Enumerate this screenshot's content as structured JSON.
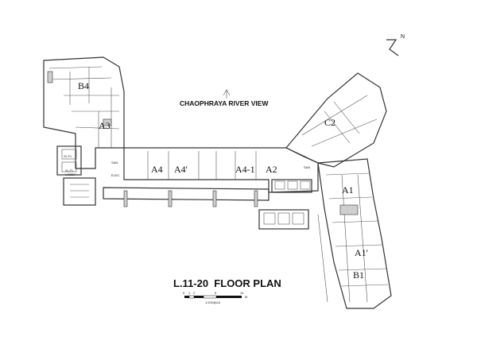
{
  "compass": {
    "label": "N"
  },
  "view_label": "CHAOPHRAYA RIVER VIEW",
  "title": "L.11-20  FLOOR PLAN",
  "scale": {
    "ticks": [
      "0",
      "1",
      "2",
      "",
      "5",
      "",
      "10"
    ],
    "unit": "M",
    "ratio": "1:200@A3"
  },
  "units": {
    "b4": "B4",
    "a3": "A3",
    "a4": "A4",
    "a4p": "A4'",
    "a4_1": "A4-1",
    "a2": "A2",
    "c2": "C2",
    "a1": "A1",
    "a1p": "A1'",
    "b1": "B1"
  },
  "rooms": {
    "san1": "SAN",
    "elec": "ELEC",
    "san2": "SAN",
    "sl_fl": "SL.FL",
    "sl_fl2": "SL.FL",
    "lobby": "LOBBY"
  }
}
